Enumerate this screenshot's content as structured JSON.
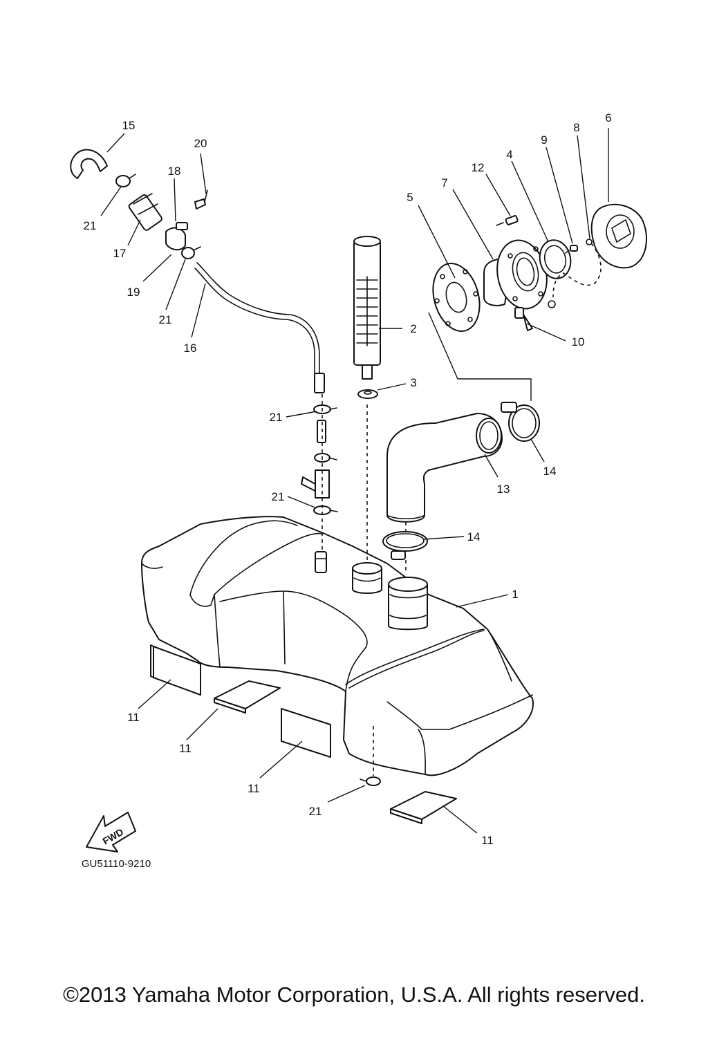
{
  "diagram": {
    "callouts": {
      "c1": "1",
      "c2": "2",
      "c3": "3",
      "c4": "4",
      "c5": "5",
      "c6": "6",
      "c7": "7",
      "c8": "8",
      "c9": "9",
      "c10": "10",
      "c11a": "11",
      "c11b": "11",
      "c11c": "11",
      "c11d": "11",
      "c12": "12",
      "c13": "13",
      "c14a": "14",
      "c14b": "14",
      "c15": "15",
      "c16": "16",
      "c17": "17",
      "c18": "18",
      "c19": "19",
      "c20": "20",
      "c21a": "21",
      "c21b": "21",
      "c21c": "21",
      "c21d": "21",
      "c21e": "21"
    },
    "fwd_label": "FWD",
    "drawing_code": "GU51110-9210"
  },
  "footer": {
    "copyright": "©2013 Yamaha Motor Corporation, U.S.A. All rights reserved."
  }
}
